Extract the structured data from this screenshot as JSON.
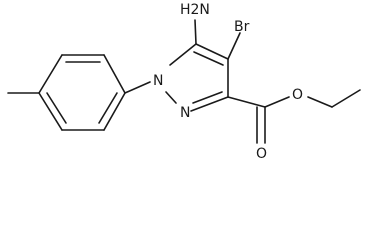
{
  "molecule": {
    "atoms": {
      "amino": "H2N",
      "bromo": "Br",
      "n1": "N",
      "n2": "N",
      "carbonyl_o": "O",
      "ester_o": "O"
    }
  }
}
